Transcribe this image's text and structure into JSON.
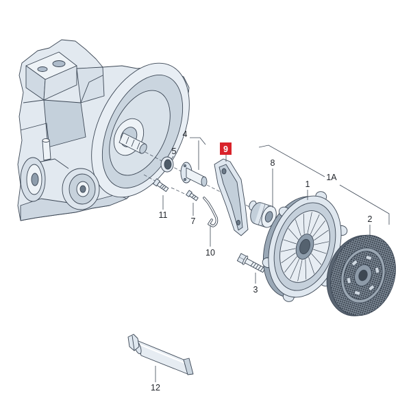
{
  "diagram": {
    "callouts": {
      "part_1": "1",
      "part_1a": "1A",
      "part_2": "2",
      "part_3": "3",
      "part_4": "4",
      "part_5": "5",
      "part_7": "7",
      "part_8": "8",
      "part_9": "9",
      "part_10": "10",
      "part_11": "11",
      "part_12": "12"
    },
    "colors": {
      "highlight": "#d9222a",
      "part_fill": "#dfe7ef",
      "part_shade": "#b9c6d3",
      "outline": "#3b4654",
      "friction_lining": "#2b333d"
    }
  }
}
